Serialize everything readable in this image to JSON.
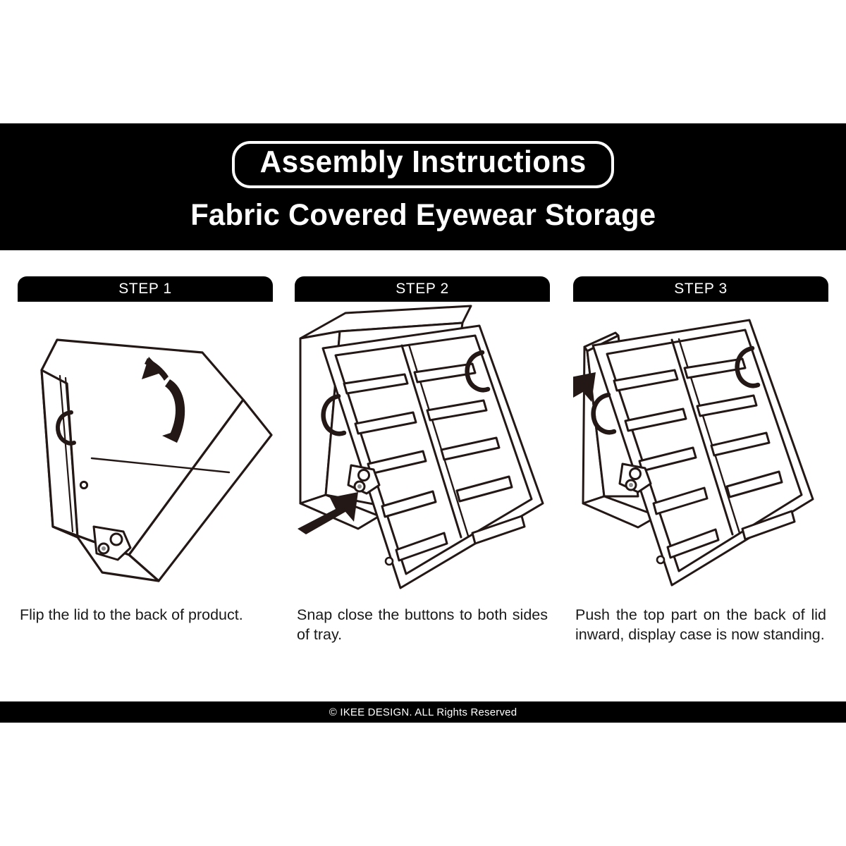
{
  "header": {
    "title": "Assembly Instructions",
    "subtitle": "Fabric Covered Eyewear Storage",
    "background_color": "#000000",
    "text_color": "#ffffff"
  },
  "steps": [
    {
      "label": "STEP 1",
      "caption": "Flip the lid to the back of product.",
      "illustration": "closed-flat-case-with-curved-flip-arrow",
      "arrow": "curved-arrow-up-left"
    },
    {
      "label": "STEP 2",
      "caption": "Snap close the buttons to both sides of tray.",
      "illustration": "open-a-frame-case-with-compartment-grid",
      "arrow": "straight-arrow-up-right"
    },
    {
      "label": "STEP 3",
      "caption": "Push the top part on the back of lid inward, display case is now standing.",
      "illustration": "standing-display-case-with-compartment-grid",
      "arrow": "straight-arrow-up-right"
    }
  ],
  "footer": {
    "copyright": "© IKEE DESIGN. ALL Rights Reserved",
    "background_color": "#000000",
    "text_color": "#ffffff"
  },
  "colors": {
    "ink": "#231815",
    "page": "#ffffff",
    "band": "#000000"
  }
}
